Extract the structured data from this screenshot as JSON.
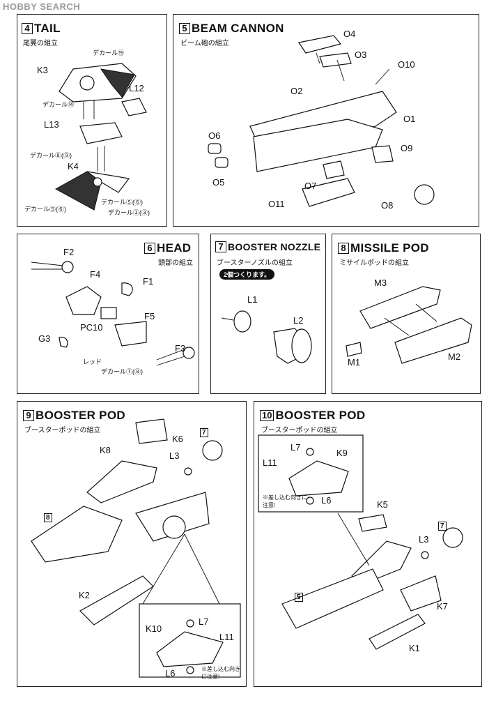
{
  "watermark": "HOBBY SEARCH",
  "steps": {
    "tail": {
      "number": "4",
      "title": "TAIL",
      "subtitle": "尾翼の組立",
      "labels": {
        "k3": "K3",
        "l12": "L12",
        "l13": "L13",
        "k4": "K4",
        "decal15": "デカール⑮",
        "decal14": "デカール⑭",
        "decal89": "デカール⑧(⑨)",
        "decal56": "デカール⑤(⑥)",
        "decal56b": "デカール⑤(⑥)",
        "decal23": "デカール②(③)"
      }
    },
    "beam_cannon": {
      "number": "5",
      "title": "BEAM CANNON",
      "subtitle": "ビーム砲の組立",
      "labels": {
        "o4": "O4",
        "o3": "O3",
        "o10": "O10",
        "o2": "O2",
        "o1": "O1",
        "o6": "O6",
        "o5": "O5",
        "o9": "O9",
        "o7": "O7",
        "o11": "O11",
        "o8": "O8"
      }
    },
    "head": {
      "number": "6",
      "title": "HEAD",
      "subtitle": "頭部の組立",
      "labels": {
        "f2": "F2",
        "f4": "F4",
        "f1": "F1",
        "g3": "G3",
        "pc10": "PC10",
        "f5": "F5",
        "f3": "F3",
        "red": "レッド",
        "decal": "デカール⑦(⑧)"
      }
    },
    "booster_nozzle": {
      "number": "7",
      "title": "BOOSTER NOZZLE",
      "subtitle": "ブースターノズルの組立",
      "badge": "2個つくります。",
      "labels": {
        "l1": "L1",
        "l2": "L2"
      }
    },
    "missile_pod": {
      "number": "8",
      "title": "MISSILE POD",
      "subtitle": "ミサイルポッドの組立",
      "labels": {
        "m3": "M3",
        "m1": "M1",
        "m2": "M2"
      }
    },
    "booster_pod_a": {
      "number": "9",
      "title": "BOOSTER POD",
      "subtitle": "ブースターポッドの組立",
      "labels": {
        "k8": "K8",
        "k6": "K6",
        "l3": "L3",
        "ref7": "7",
        "ref8": "8",
        "k2": "K2",
        "k10": "K10",
        "l7": "L7",
        "l11": "L11",
        "l6": "L6",
        "note": "※差し込む向きに注意!"
      }
    },
    "booster_pod_b": {
      "number": "10",
      "title": "BOOSTER POD",
      "subtitle": "ブースターポッドの組立",
      "labels": {
        "l7": "L7",
        "k9": "K9",
        "l11": "L11",
        "l6": "L6",
        "note": "※差し込む向きに注意!",
        "k5": "K5",
        "ref7": "7",
        "l3": "L3",
        "ref5": "5",
        "k7": "K7",
        "k1": "K1"
      }
    }
  }
}
